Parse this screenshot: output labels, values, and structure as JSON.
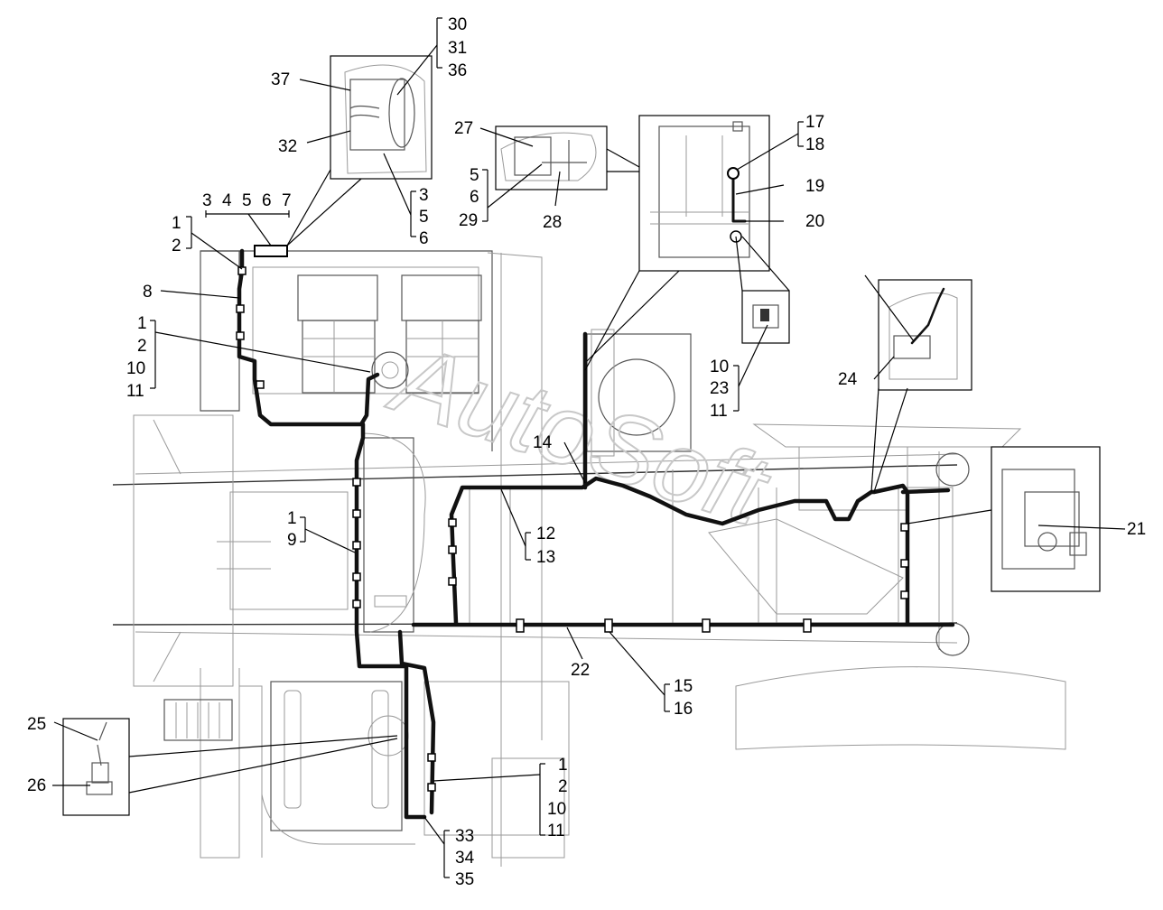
{
  "watermark": "AutoSoft",
  "labels": {
    "l30": "30",
    "l31": "31",
    "l36": "36",
    "l37": "37",
    "l32": "32",
    "l3a": "3",
    "l4": "4",
    "l5a": "5",
    "l6a": "6",
    "l7": "7",
    "l3b": "3",
    "l5b": "5",
    "l6b": "6",
    "l1a": "1",
    "l2a": "2",
    "l8": "8",
    "l1b": "1",
    "l2b": "2",
    "l10b": "10",
    "l11b": "11",
    "l27": "27",
    "l28": "28",
    "l5c": "5",
    "l6c": "6",
    "l29": "29",
    "l17": "17",
    "l18": "18",
    "l19": "19",
    "l20": "20",
    "l10c": "10",
    "l23": "23",
    "l11c": "11",
    "l24": "24",
    "l14": "14",
    "l12": "12",
    "l13": "13",
    "l1c": "1",
    "l9": "9",
    "l21": "21",
    "l22": "22",
    "l15": "15",
    "l16": "16",
    "l25": "25",
    "l26": "26",
    "l1d": "1",
    "l2d": "2",
    "l10d": "10",
    "l11d": "11",
    "l33": "33",
    "l34": "34",
    "l35": "35"
  }
}
